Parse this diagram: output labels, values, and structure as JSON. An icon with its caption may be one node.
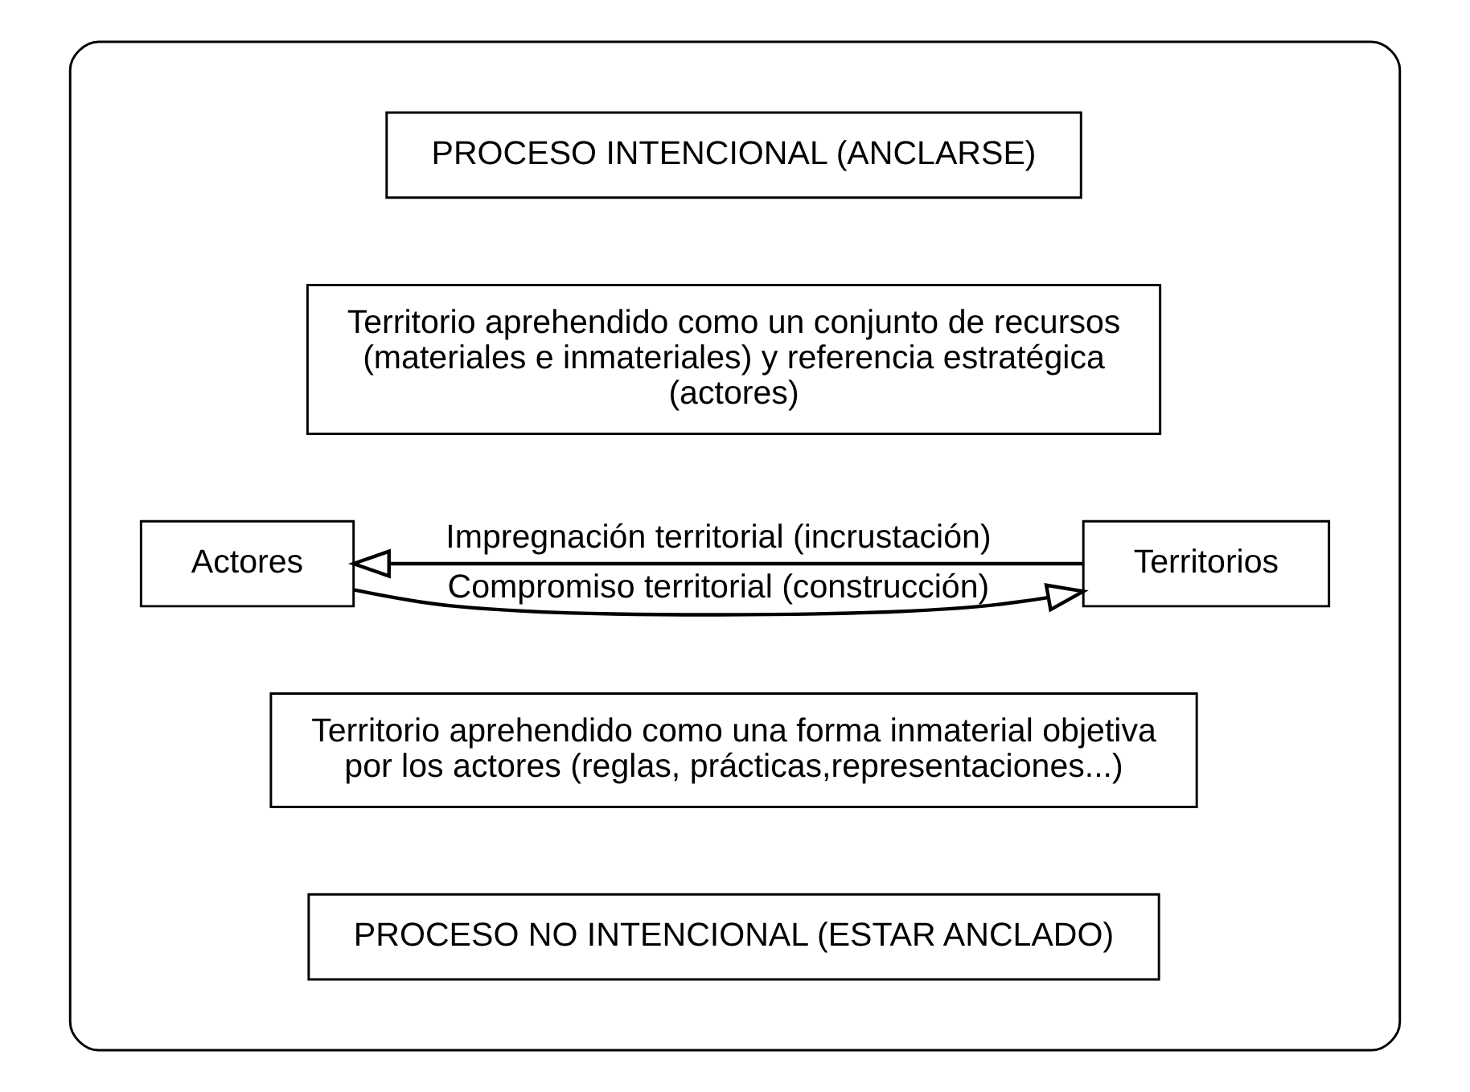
{
  "diagram": {
    "nodes": [
      {
        "text": [],
        "shape": "box"
      },
      {
        "text": [
          "PROCESO INTENCIONAL (ANCLARSE)"
        ],
        "in": 0
      },
      {
        "text": [
          "Territorio aprehendido como un conjunto de recursos (materiales e inmateriales) y referencia estratégica (actores)"
        ],
        "in": 0
      },
      {
        "text": [
          "Actores"
        ],
        "in": 0
      },
      {
        "text": [
          "Territorios"
        ],
        "in": 0
      },
      {
        "text": [
          "Territorio aprehendido como una forma inmaterial objetiva por los actores (reglas, prácticas,representaciones...)"
        ],
        "in": 0
      },
      {
        "text": [
          "PROCESO NO INTENCIONAL (ESTAR ANCLADO)"
        ],
        "in": 0
      }
    ],
    "edges": [
      {
        "from": 3,
        "to": 4,
        "arrow": "to",
        "label": "Compromiso territorial (construcción)"
      },
      {
        "from": 4,
        "to": 3,
        "arrow": "to",
        "label": "Impregnación territorial (incrustación)"
      }
    ]
  }
}
